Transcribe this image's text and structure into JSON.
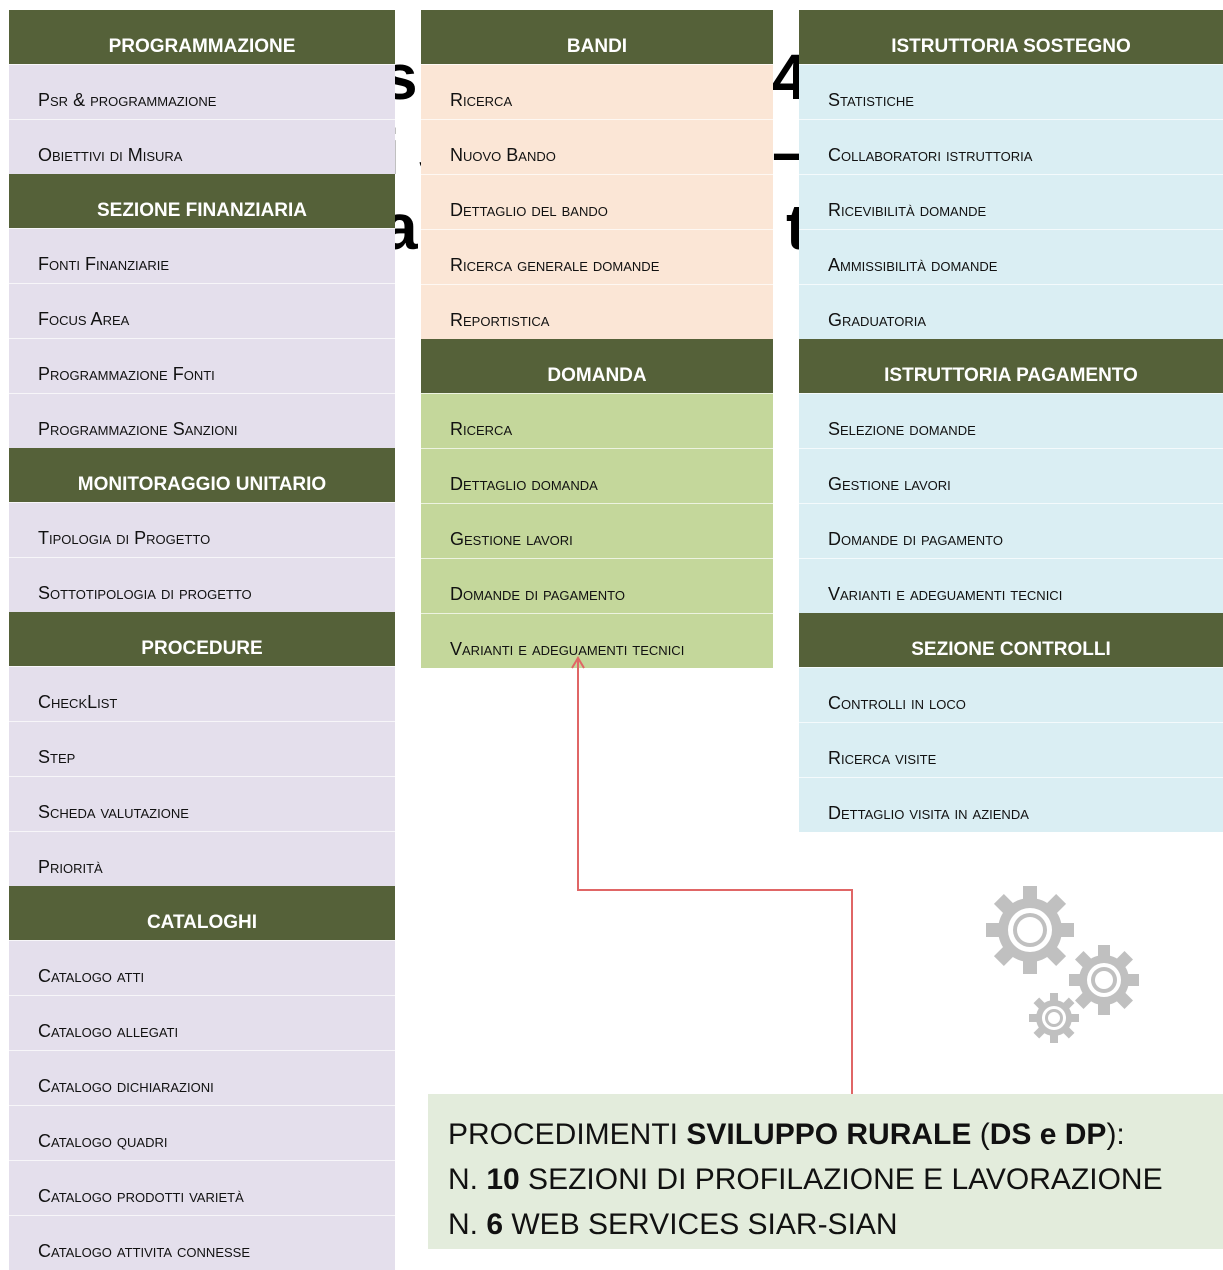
{
  "background_title": {
    "line1_left": "sl",
    "line1_right": "4",
    "line2_left": "i S",
    "line2_right": "–",
    "line3_left": "a",
    "line3_right": "t"
  },
  "columns": {
    "left": [
      {
        "header": "PROGRAMMAZIONE",
        "items": [
          "Psr & programmazione",
          "Obiettivi di Misura"
        ]
      },
      {
        "header": "SEZIONE FINANZIARIA",
        "items": [
          "Fonti Finanziarie",
          "Focus Area",
          "Programmazione Fonti",
          "Programmazione Sanzioni"
        ]
      },
      {
        "header": "MONITORAGGIO UNITARIO",
        "items": [
          "Tipologia di Progetto",
          "Sottotipologia di progetto"
        ]
      },
      {
        "header": "PROCEDURE",
        "items": [
          "CheckList",
          "Step",
          "Scheda valutazione",
          "Priorità"
        ]
      },
      {
        "header": "CATALOGHI",
        "items": [
          "Catalogo atti",
          "Catalogo allegati",
          "Catalogo dichiarazioni",
          "Catalogo quadri",
          "Catalogo prodotti varietà",
          "Catalogo attivita connesse"
        ]
      }
    ],
    "middle": [
      {
        "header": "BANDI",
        "items": [
          "Ricerca",
          "Nuovo Bando",
          "Dettaglio del bando",
          "Ricerca generale domande",
          "Reportistica"
        ]
      },
      {
        "header": "DOMANDA",
        "items": [
          "Ricerca",
          "Dettaglio domanda",
          "Gestione lavori",
          "Domande di pagamento",
          "Varianti e adeguamenti tecnici"
        ]
      }
    ],
    "right": [
      {
        "header": "ISTRUTTORIA SOSTEGNO",
        "items": [
          "Statistiche",
          "Collaboratori istruttoria",
          "Ricevibilità domande",
          "Ammissibilità domande",
          "Graduatoria"
        ]
      },
      {
        "header": "ISTRUTTORIA PAGAMENTO",
        "items": [
          "Selezione domande",
          "Gestione lavori",
          "Domande di pagamento",
          "Varianti e adeguamenti tecnici"
        ]
      },
      {
        "header": "SEZIONE CONTROLLI",
        "items": [
          "Controlli in loco",
          "Ricerca visite",
          "Dettaglio visita in azienda"
        ]
      }
    ]
  },
  "info_box": {
    "line1_prefix": "PROCEDIMENTI ",
    "line1_bold": "SVILUPPO RURALE",
    "line1_mid": " (",
    "line1_bold2": "DS e DP",
    "line1_suffix": "):",
    "line2_prefix": "N. ",
    "line2_bold": "10",
    "line2_suffix": " SEZIONI DI PROFILAZIONE E LAVORAZIONE",
    "line3_prefix": "N. ",
    "line3_bold": "6",
    "line3_suffix": " WEB SERVICES SIAR-SIAN"
  },
  "colors": {
    "header": "#556139",
    "left_items": "#e4dfec",
    "bandi_items": "#fbe6d6",
    "domanda_items": "#c4d79b",
    "right_items": "#daeef3",
    "info_box": "#e3ecdc",
    "arrow": "#e06666",
    "gears": "#bfbfbf"
  },
  "icons": {
    "gears": "gears-icon",
    "arrow": "connector-arrow"
  }
}
